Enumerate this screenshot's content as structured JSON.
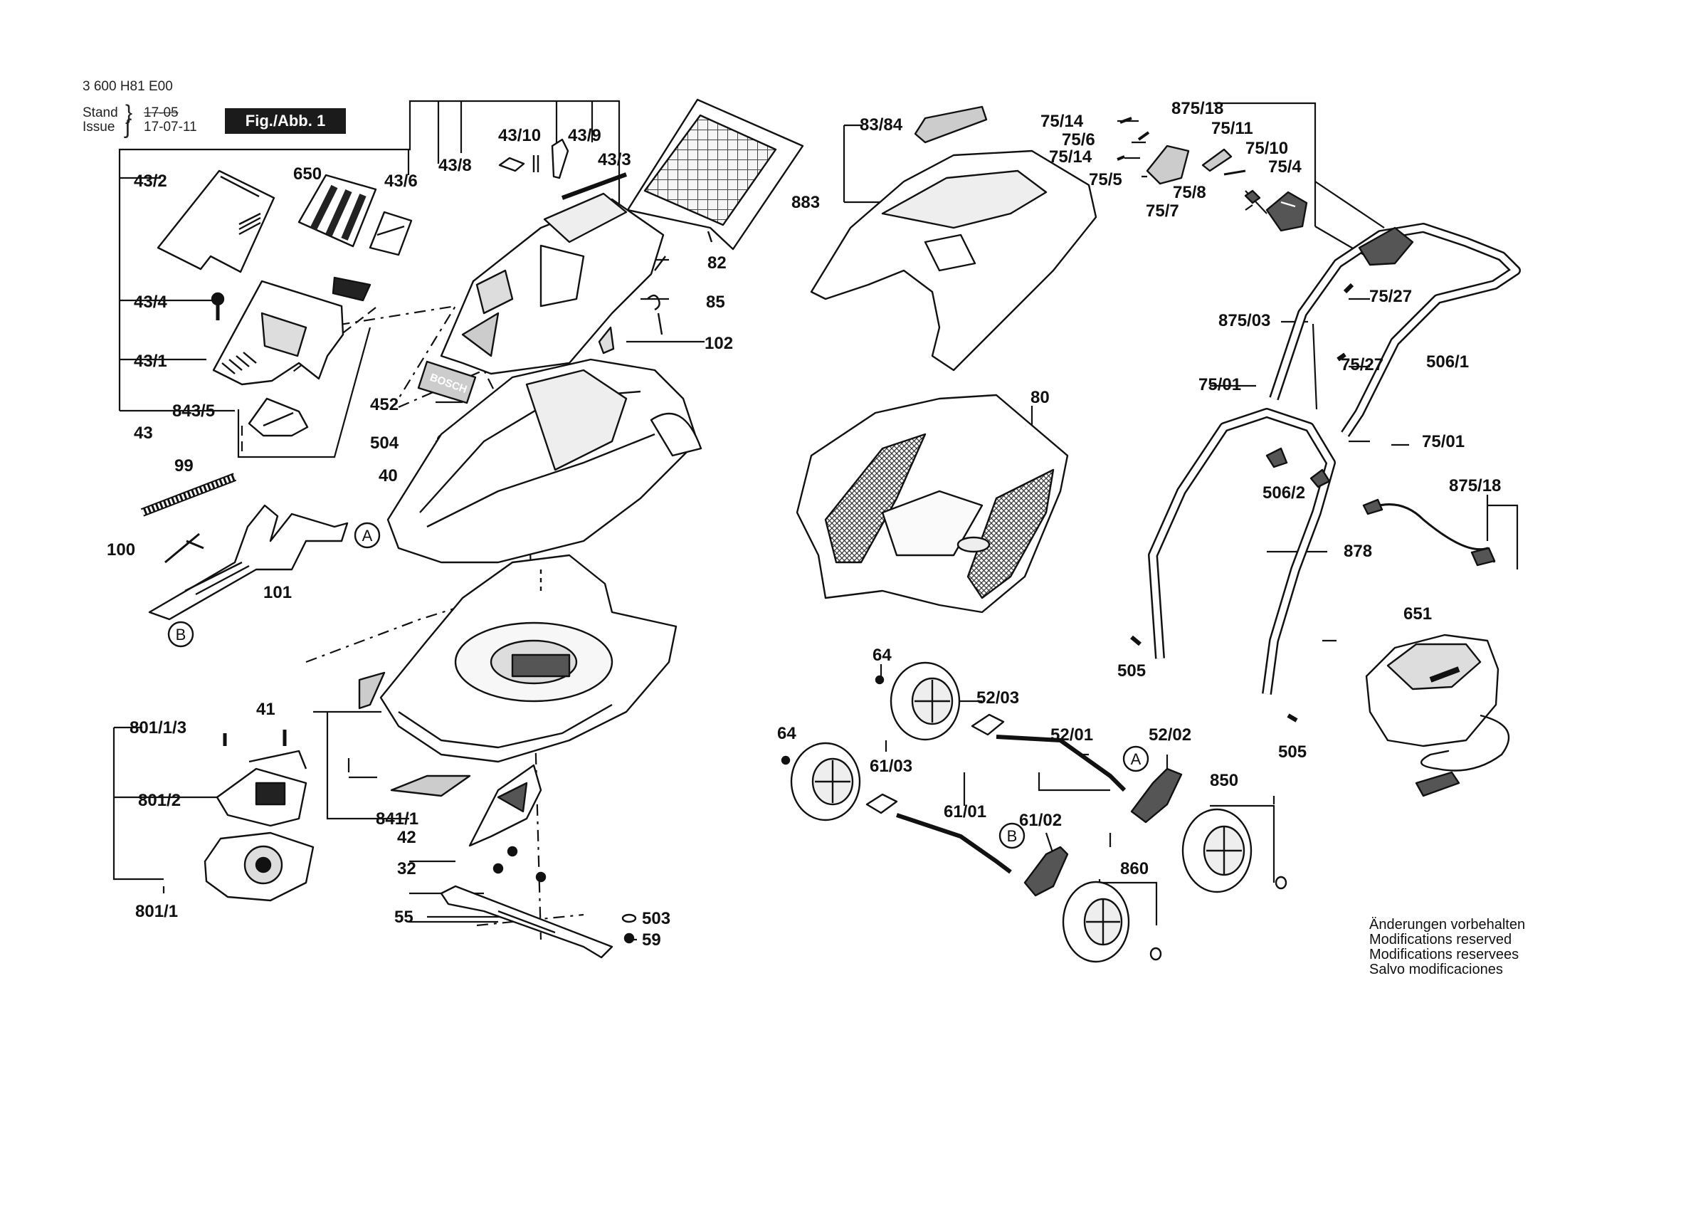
{
  "header": {
    "doc_number": "3 600 H81 E00",
    "stand_label": "Stand",
    "stand_value": "17-05",
    "issue_label": "Issue",
    "issue_value": "17-07-11",
    "figure_label": "Fig./Abb. 1"
  },
  "notes": [
    "Änderungen vorbehalten",
    "Modifications reserved",
    "Modifications reservees",
    "Salvo modificaciones"
  ],
  "brand_text": "BOSCH",
  "callouts": {
    "a": "A",
    "b": "B"
  },
  "part_labels": [
    "43/10",
    "43/9",
    "43/8",
    "43/3",
    "43/2",
    "650",
    "43/6",
    "43/4",
    "43/1",
    "843/5",
    "43",
    "82",
    "85",
    "102",
    "452",
    "504",
    "40",
    "99",
    "100",
    "101",
    "83/84",
    "883",
    "80",
    "75/14",
    "75/6",
    "75/5",
    "875/18",
    "75/11",
    "75/10",
    "75/4",
    "75/8",
    "75/7",
    "75/27",
    "875/03",
    "506/1",
    "75/01",
    "506/2",
    "878",
    "505",
    "651",
    "64",
    "52/03",
    "52/01",
    "52/02",
    "61/03",
    "61/01",
    "61/02",
    "850",
    "860",
    "41",
    "801/1/3",
    "801/2",
    "841/1",
    "801/1",
    "42",
    "32",
    "55",
    "503",
    "59"
  ]
}
